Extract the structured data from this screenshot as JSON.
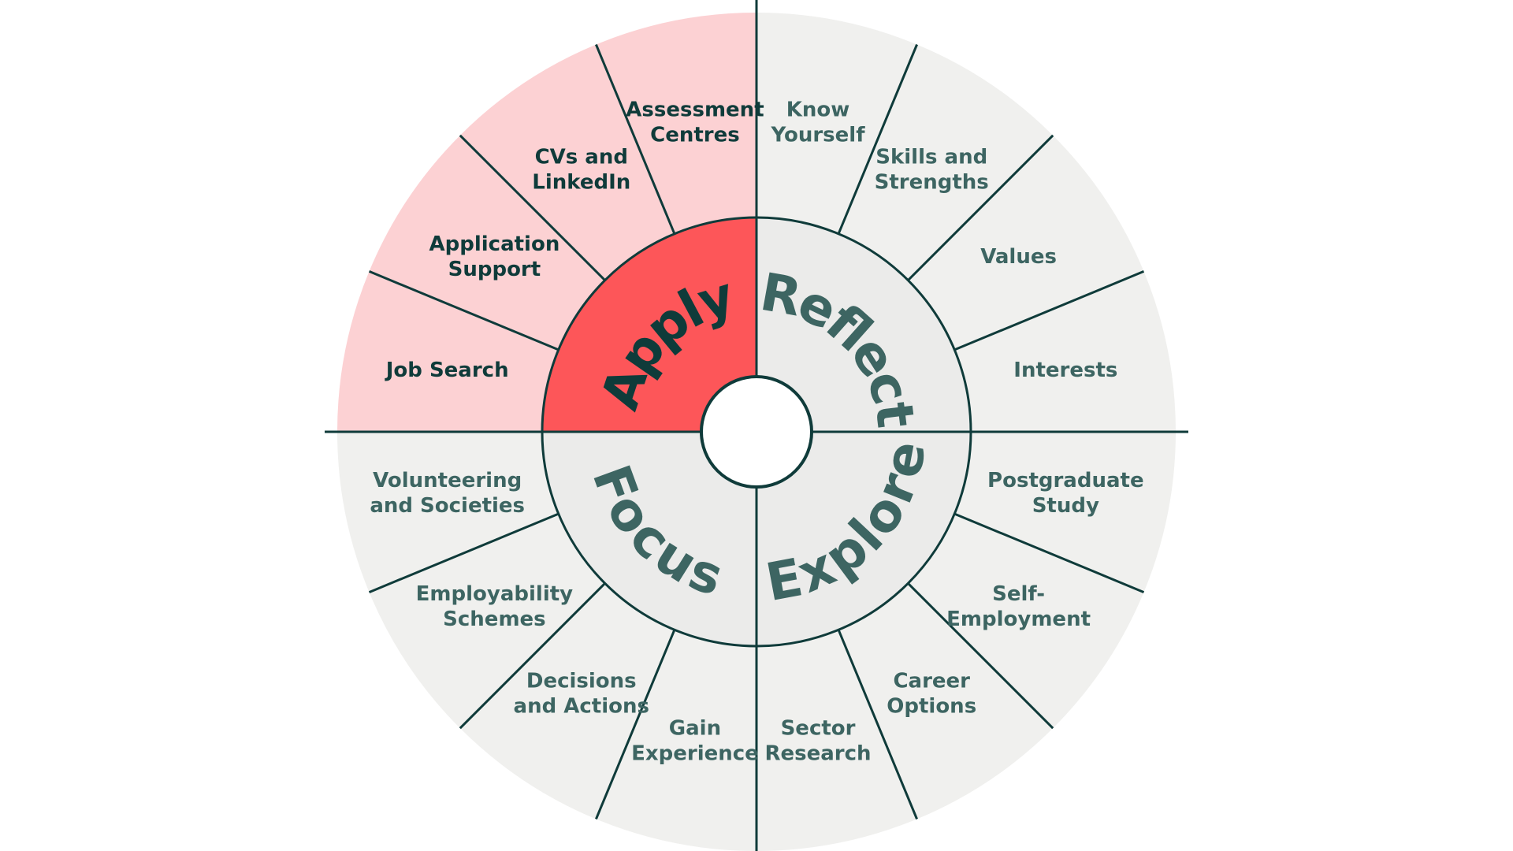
{
  "colors": {
    "line": "#0f3b3a",
    "outer_fill": "#f0f0ee",
    "inner_fill": "#ebebea",
    "active_outer_fill": "#fcd1d3",
    "active_inner_fill": "#fd5659",
    "active_text": "#0f3b3a",
    "text": "#3d6562",
    "center_fill": "#ffffff"
  },
  "quadrants": [
    {
      "id": "reflect",
      "label": "Reflect",
      "active": false
    },
    {
      "id": "explore",
      "label": "Explore",
      "active": false
    },
    {
      "id": "focus",
      "label": "Focus",
      "active": false
    },
    {
      "id": "apply",
      "label": "Apply",
      "active": true
    }
  ],
  "segments": [
    {
      "quadrant": "reflect",
      "lines": [
        "Know",
        "Yourself"
      ]
    },
    {
      "quadrant": "reflect",
      "lines": [
        "Skills and",
        "Strengths"
      ]
    },
    {
      "quadrant": "reflect",
      "lines": [
        "Values"
      ]
    },
    {
      "quadrant": "reflect",
      "lines": [
        "Interests"
      ]
    },
    {
      "quadrant": "explore",
      "lines": [
        "Postgraduate",
        "Study"
      ]
    },
    {
      "quadrant": "explore",
      "lines": [
        "Self-",
        "Employment"
      ]
    },
    {
      "quadrant": "explore",
      "lines": [
        "Career",
        "Options"
      ]
    },
    {
      "quadrant": "explore",
      "lines": [
        "Sector",
        "Research"
      ]
    },
    {
      "quadrant": "focus",
      "lines": [
        "Gain",
        "Experience"
      ]
    },
    {
      "quadrant": "focus",
      "lines": [
        "Decisions",
        "and Actions"
      ]
    },
    {
      "quadrant": "focus",
      "lines": [
        "Employability",
        "Schemes"
      ]
    },
    {
      "quadrant": "focus",
      "lines": [
        "Volunteering",
        "and Societies"
      ]
    },
    {
      "quadrant": "apply",
      "lines": [
        "Job Search"
      ]
    },
    {
      "quadrant": "apply",
      "lines": [
        "Application",
        "Support"
      ]
    },
    {
      "quadrant": "apply",
      "lines": [
        "CVs and",
        "LinkedIn"
      ]
    },
    {
      "quadrant": "apply",
      "lines": [
        "Assessment",
        "Centres"
      ]
    }
  ]
}
